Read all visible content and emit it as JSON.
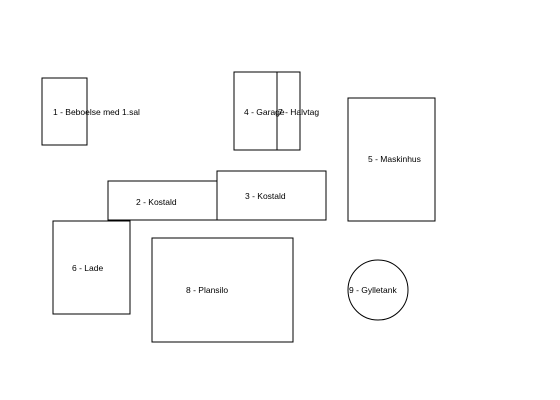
{
  "buildings": {
    "b1": {
      "label": "1 - Beboelse med 1.sal"
    },
    "b2": {
      "label": "2 - Kostald"
    },
    "b3": {
      "label": "3 - Kostald"
    },
    "b4": {
      "label": "4 - Garage"
    },
    "b7": {
      "label": "7 - Halvtag"
    },
    "b5": {
      "label": "5 - Maskinhus"
    },
    "b6": {
      "label": "6 - Lade"
    },
    "b8": {
      "label": "8 - Plansilo"
    },
    "b9": {
      "label": "9 - Gylletank"
    }
  },
  "colors": {
    "line": "#000000",
    "background": "#ffffff"
  }
}
